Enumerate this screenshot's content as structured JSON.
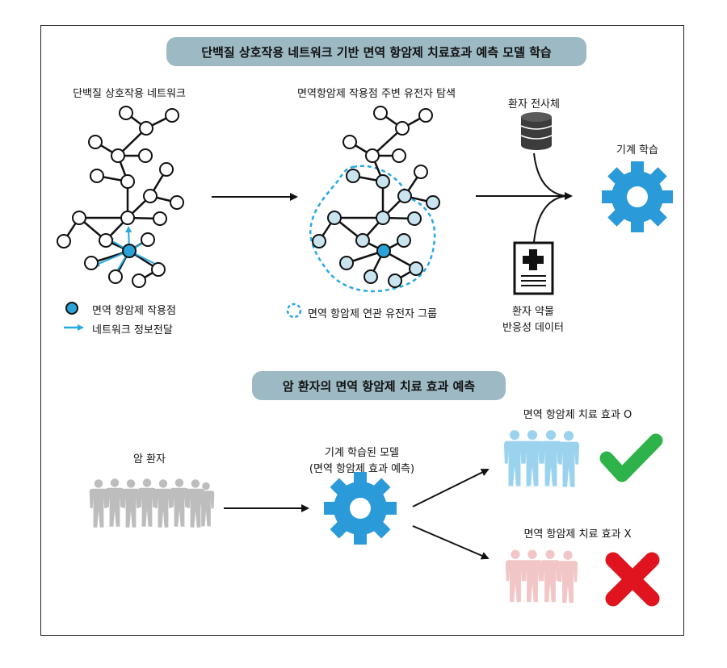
{
  "title_main": "단백질 상호작용 네트워크 기반 면역 항암제 치료효과 예측 모델 학습",
  "title_sub": "암 환자의 면역 항암제 치료 효과 예측",
  "labels": {
    "ppi_network": "단백질 상호작용 네트워크",
    "gene_search": "면역항암제 작용점 주변 유전자 탐색",
    "patient_genome": "환자 전사체",
    "machine_learning": "기계 학습",
    "drug_response_1": "환자 약물",
    "drug_response_2": "반응성 데이터",
    "cancer_patients": "암 환자",
    "trained_model_1": "기계 학습된 모델",
    "trained_model_2": "(면역 항암제 효과 예측)",
    "effect_yes": "면역 항암제 치료 효과 O",
    "effect_no": "면역 항암제 치료 효과 X"
  },
  "legend": {
    "target": "면역 항암제 작용점",
    "propagation": "네트워크 정보전달",
    "gene_group": "면역 항암제 연관 유전자 그룹"
  },
  "colors": {
    "banner": "#9cb9c4",
    "target_node": "#2aa3d8",
    "gene_node": "#c9e3ef",
    "arrow_blue": "#27a9e1",
    "gear": "#2a9ad8",
    "check": "#2db34a",
    "cross": "#e0141e",
    "people_grey": "#bdbdbd",
    "people_blue": "#9bd3ef",
    "people_red": "#f2c6c6"
  },
  "icons": [
    "database-icon",
    "medical-record-icon",
    "gear-icon",
    "check-icon",
    "cross-icon",
    "people-icon",
    "arrow-icon"
  ]
}
